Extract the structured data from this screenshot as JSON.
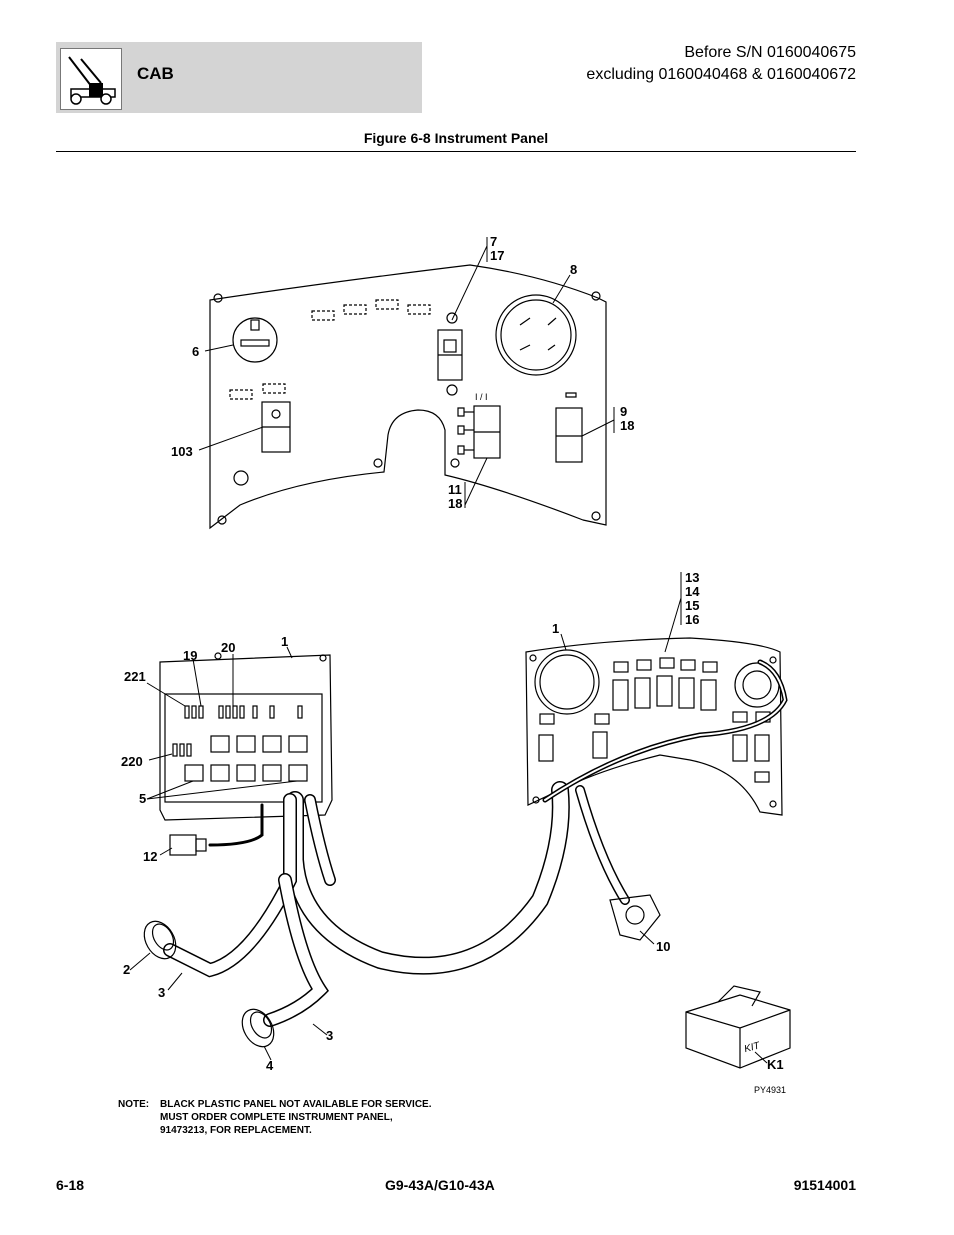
{
  "header": {
    "section": "CAB",
    "serial_line1": "Before S/N 0160040675",
    "serial_line2": "excluding 0160040468 & 0160040672"
  },
  "figure": {
    "title": "Figure 6-8 Instrument Panel"
  },
  "callouts": {
    "c7": "7",
    "c17": "17",
    "c8": "8",
    "c6": "6",
    "c103": "103",
    "c9": "9",
    "c18a": "18",
    "c11": "11",
    "c18b": "18",
    "c13": "13",
    "c14": "14",
    "c15": "15",
    "c16": "16",
    "c1a": "1",
    "c1b": "1",
    "c19": "19",
    "c20": "20",
    "c221": "221",
    "c220": "220",
    "c5": "5",
    "c12": "12",
    "c2": "2",
    "c3a": "3",
    "c3b": "3",
    "c4": "4",
    "c10": "10",
    "cK1": "K1"
  },
  "panel_text": {
    "kit": "KIT",
    "switch_marks": "I / I"
  },
  "note": {
    "label": "NOTE:",
    "text": "BLACK PLASTIC PANEL NOT AVAILABLE FOR SERVICE. MUST ORDER COMPLETE INSTRUMENT PANEL, 91473213, FOR REPLACEMENT."
  },
  "image_id": "PY4931",
  "footer": {
    "page": "6-18",
    "model": "G9-43A/G10-43A",
    "part_no": "91514001"
  }
}
